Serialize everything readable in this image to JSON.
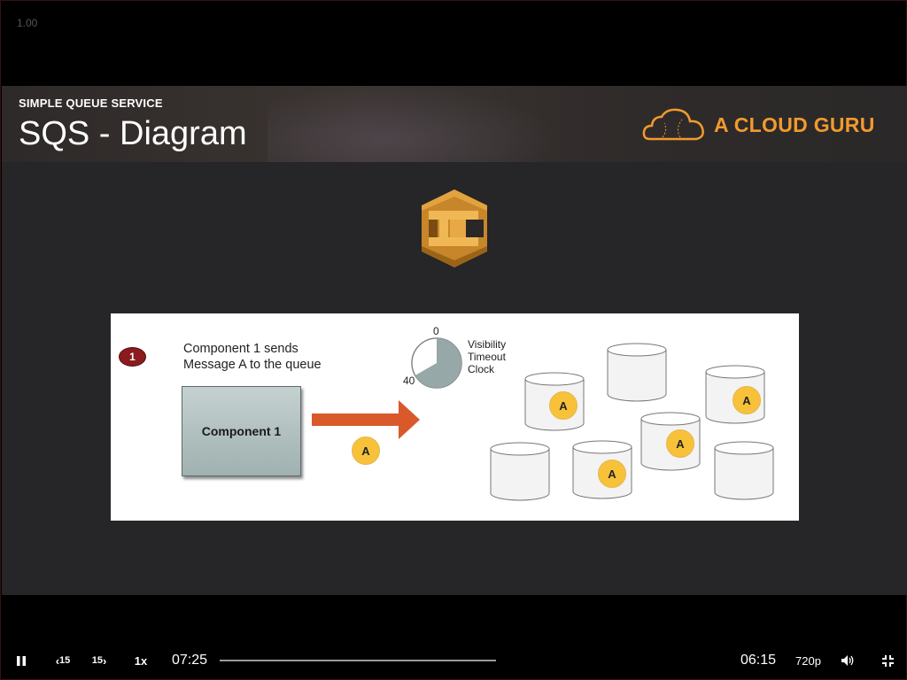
{
  "player": {
    "version": "1.00",
    "elapsed": "07:25",
    "remaining": "06:15",
    "speed": "1x",
    "quality": "720p",
    "skip_back": "15",
    "skip_forward": "15",
    "progress": 0.0
  },
  "slide": {
    "kicker": "SIMPLE QUEUE SERVICE",
    "title": "SQS - Diagram",
    "logo_text": "A CLOUD GURU",
    "brand_color": "#f29a2e"
  },
  "diagram": {
    "step_number": "1",
    "step_line1": "Component 1 sends",
    "step_line2": "Message A to the queue",
    "component_label": "Component 1",
    "message_label": "A",
    "clock_top": "0",
    "clock_left": "40",
    "clock_line1": "Visibility",
    "clock_line2": "Timeout",
    "clock_line3": "Clock",
    "cylinder_label": "A"
  },
  "icons": [
    "pause-icon",
    "rewind-15-icon",
    "forward-15-icon",
    "volume-icon",
    "exit-fullscreen-icon",
    "sqs-icon",
    "cloud-logo-icon"
  ]
}
